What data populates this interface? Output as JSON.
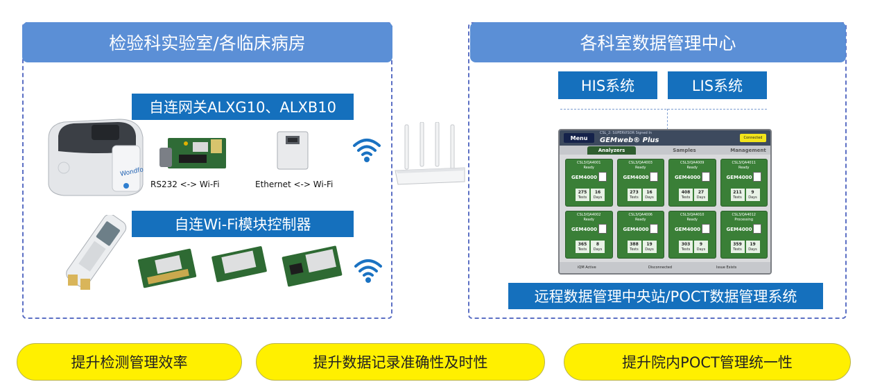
{
  "left_panel": {
    "title": "检验科实验室/各临床病房",
    "gateway_label": "自连网关ALXG10、ALXB10",
    "caption_rs232": "RS232 <-> Wi-Fi",
    "caption_ethernet": "Ethernet   <-> Wi-Fi",
    "wifi_module_label": "自连Wi-Fi模块控制器",
    "analyzer_brand": "Wondfo"
  },
  "right_panel": {
    "title": "各科室数据管理中心",
    "his_label": "HIS系统",
    "lis_label": "LIS系统",
    "central_label": "远程数据管理中央站/POCT数据管理系统"
  },
  "screen": {
    "menu": "Menu",
    "supervisor": "CSL_2: SUPERVISOR Signed In",
    "brand": "GEMweb® Plus",
    "connected": "Connected",
    "tabs": [
      "Analyzers",
      "Samples",
      "Management"
    ],
    "tiles": [
      {
        "name": "CSL3/QA4001",
        "status": "Ready",
        "tests": "275",
        "days": "16"
      },
      {
        "name": "CSL3/QA4003",
        "status": "Ready",
        "tests": "273",
        "days": "16"
      },
      {
        "name": "CSL3/QA4009",
        "status": "Ready",
        "tests": "408",
        "days": "27"
      },
      {
        "name": "CSL3/QA4011",
        "status": "Ready",
        "tests": "211",
        "days": "9"
      },
      {
        "name": "CSL3/QA4002",
        "status": "Ready",
        "tests": "365",
        "days": "8"
      },
      {
        "name": "CSL3/QA4006",
        "status": "Ready",
        "tests": "388",
        "days": "19"
      },
      {
        "name": "CSL3/QA4010",
        "status": "Ready",
        "tests": "303",
        "days": "9"
      },
      {
        "name": "CSL3/QA4012",
        "status": "Processing",
        "tests": "359",
        "days": "19"
      }
    ],
    "tile_logo": "GEM4000",
    "tests_label": "Tests",
    "days_label": "Days",
    "bottom_iqm": "iQM Active",
    "bottom_disconnected": "Disconnected",
    "bottom_issue": "Issue Exists"
  },
  "benefits": [
    "提升检测管理效率",
    "提升数据记录准确性及时性",
    "提升院内POCT管理统一性"
  ],
  "colors": {
    "header_blue": "#5b8fd6",
    "label_blue": "#1570bd",
    "pill_yellow": "#fff000",
    "dash_border": "#5b6fc4"
  }
}
